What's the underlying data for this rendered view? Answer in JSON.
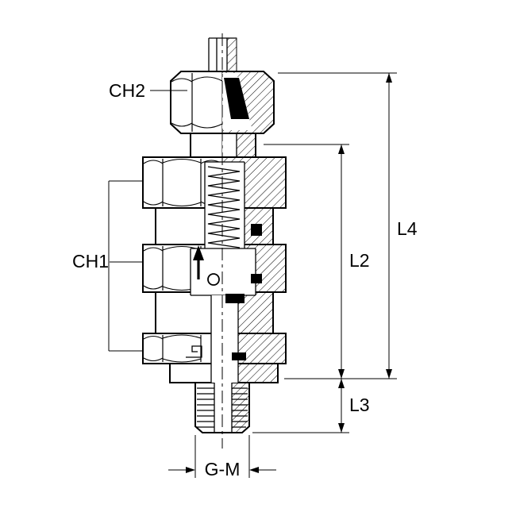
{
  "colors": {
    "ink": "#000000",
    "background": "#ffffff"
  },
  "labels": {
    "ch2": "CH2",
    "ch1": "CH1",
    "l4": "L4",
    "l2": "L2",
    "l3": "L3",
    "gm": "G-M"
  }
}
